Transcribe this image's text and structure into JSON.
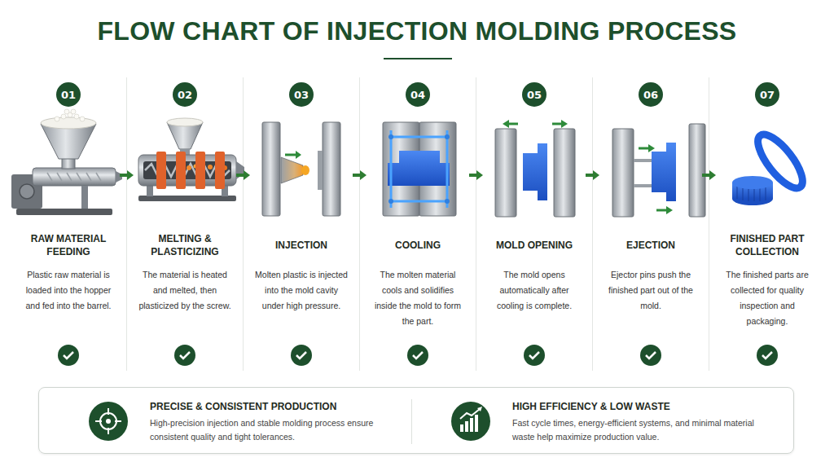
{
  "diagram": {
    "title": "FLOW CHART OF INJECTION MOLDING PROCESS",
    "nodes": [
      {
        "text": [
          "RAW MATERIAL FEEDING",
          "Plastic raw material is loaded into the hopper and fed into the barrel."
        ]
      },
      {
        "text": [
          "01"
        ],
        "in": 0
      },
      {
        "text": [
          "MELTING & PLASTICIZING",
          "The material is heated and melted, then plasticized by the screw."
        ]
      },
      {
        "text": [
          "02"
        ],
        "in": 2
      },
      {
        "text": [
          "INJECTION",
          "Molten plastic is injected into the mold cavity under high pressure."
        ]
      },
      {
        "text": [
          "03"
        ],
        "in": 4
      },
      {
        "text": [
          "COOLING",
          "The molten material cools and solidifies inside the mold to form the part."
        ]
      },
      {
        "text": [
          "04"
        ],
        "in": 6
      },
      {
        "text": [
          "MOLD OPENING",
          "The mold opens automatically after cooling is complete."
        ]
      },
      {
        "text": [
          "05"
        ],
        "in": 8
      },
      {
        "text": [
          "EJECTION",
          "Ejector pins push the finished part out of the mold."
        ]
      },
      {
        "text": [
          "06"
        ],
        "in": 10
      },
      {
        "text": [
          "FINISHED PART COLLECTION",
          "The finished parts are collected for quality inspection and packaging."
        ]
      },
      {
        "text": [
          "07"
        ],
        "in": 12
      },
      {
        "text": [
          "PRECISE & CONSISTENT PRODUCTION",
          "High-precision injection and stable molding process ensure consistent quality and tight tolerances.",
          "HIGH EFFICIENCY & LOW WASTE",
          "Fast cycle times, energy-efficient systems, and minimal material waste help maximize production value."
        ]
      }
    ],
    "edges": [
      {
        "from": 0,
        "to": 2,
        "arrow": "to"
      },
      {
        "from": 2,
        "to": 4,
        "arrow": "to"
      },
      {
        "from": 4,
        "to": 6,
        "arrow": "to"
      },
      {
        "from": 6,
        "to": 8,
        "arrow": "to"
      },
      {
        "from": 8,
        "to": 10,
        "arrow": "to"
      },
      {
        "from": 10,
        "to": 12,
        "arrow": "to"
      }
    ]
  }
}
